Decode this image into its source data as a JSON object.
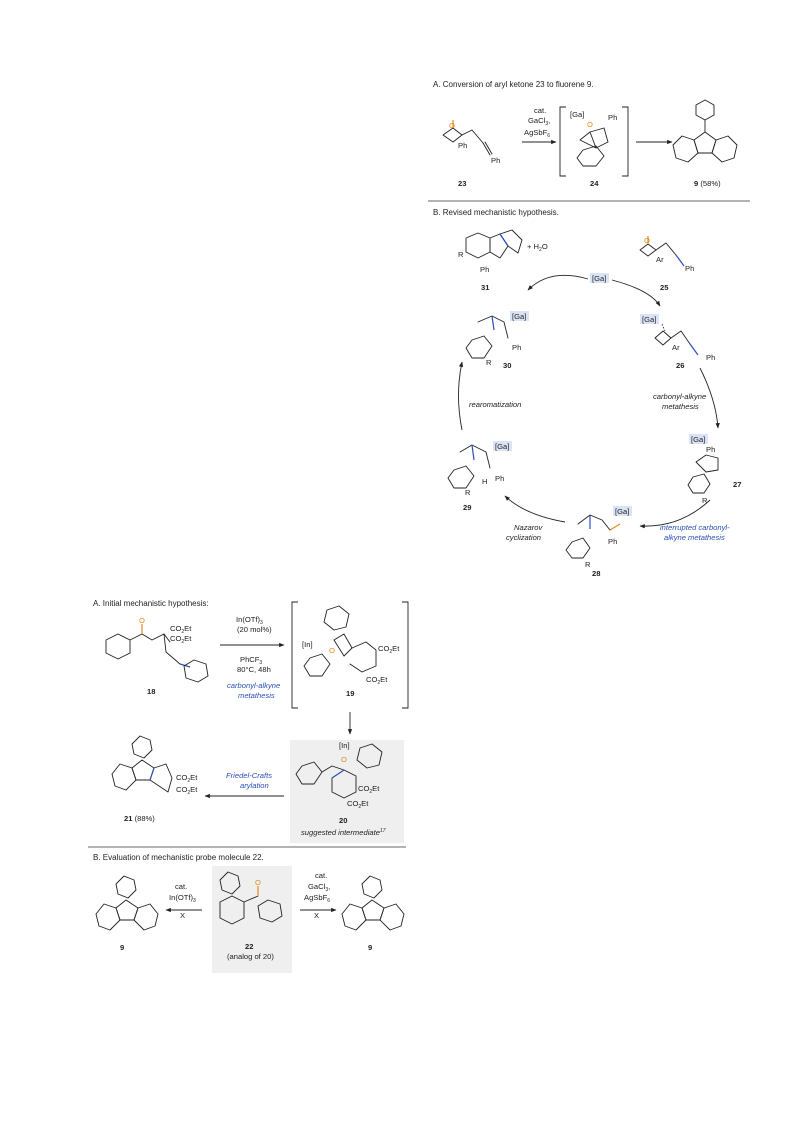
{
  "top": {
    "headA": "A. Conversion of aryl ketone 23 to fluorene 9.",
    "cond": [
      "cat.",
      "GaCl",
      "AgSbF"
    ],
    "labels": {
      "sm": "23",
      "int": "24",
      "prod": "9",
      "yield": "(58%)"
    },
    "atoms": {
      "o": "O",
      "ph": "Ph",
      "ga": "[Ga]"
    }
  },
  "cycle": {
    "headB": "B. Revised mechanistic hypothesis.",
    "ga_center": "[Ga]",
    "water": "+ H",
    "labels": [
      "31",
      "25",
      "26",
      "27",
      "28",
      "29",
      "30"
    ],
    "steps": {
      "s1": "carbonyl-alkyne",
      "s1b": "metathesis",
      "s2": "interrupted carbonyl-",
      "s2b": "alkyne metathesis",
      "s3": "Nazarov",
      "s3b": "cyclization",
      "s4": "rearomatization"
    },
    "atoms": {
      "r": "R",
      "ar": "Ar",
      "ph": "Ph",
      "h": "H",
      "o": "O",
      "ga": "[Ga]"
    }
  },
  "bottom": {
    "headA": "A. Initial mechanistic hypothesis:",
    "cond1": "In(OTf)",
    "cond2": "(20 mol%)",
    "cond3": "PhCF",
    "cond4": "80°C, 48h",
    "cond5": "carbonyl-alkyne",
    "cond6": "metathesis",
    "fc1": "Friedel-Crafts",
    "fc2": "arylation",
    "labels": {
      "l18": "18",
      "l19": "19",
      "l20": "20",
      "l21": "21",
      "yield21": "(88%)"
    },
    "suggested": "suggested intermediate",
    "ref": "17",
    "ester": "CO",
    "ester_tail": "Et",
    "in": "[In]",
    "o": "O"
  },
  "probe": {
    "headB": "B. Evaluation of mechanistic probe molecule 22.",
    "left_cond": [
      "cat.",
      "In(OTf)"
    ],
    "right_cond": [
      "cat.",
      "GaCl",
      "AgSbF"
    ],
    "x": "X",
    "labels": {
      "l9a": "9",
      "l22": "22",
      "l9b": "9"
    },
    "analog": "(analog of 20)",
    "o": "O"
  },
  "colors": {
    "oxygen": "#e08a1e",
    "nitrogen": "#2a4fb8",
    "ga_box": "#dbe4f7",
    "panel": "#efefef"
  }
}
